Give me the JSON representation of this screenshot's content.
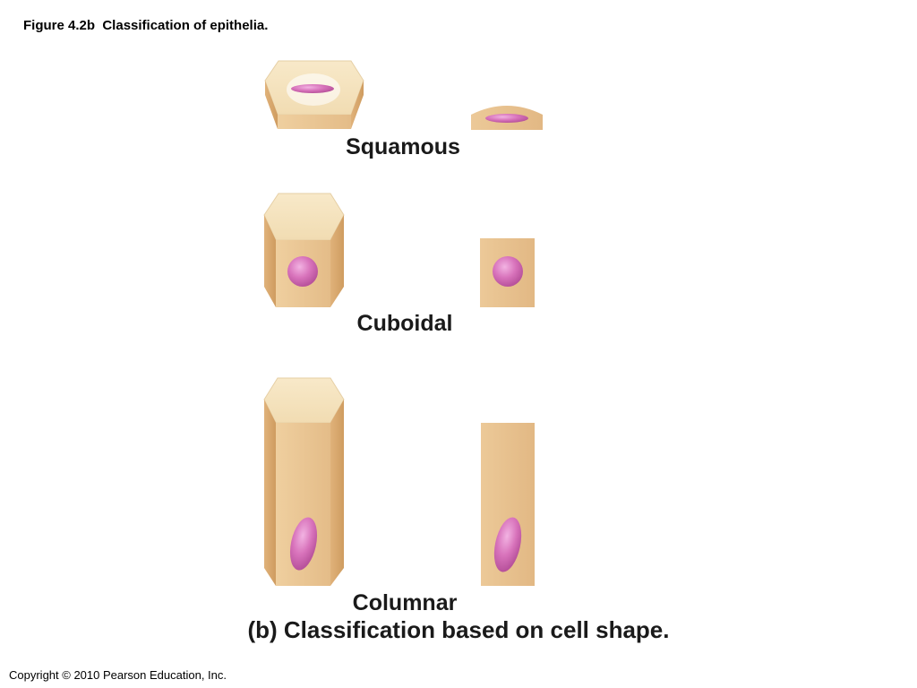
{
  "figure_title": "Figure 4.2b  Classification of epithelia.",
  "labels": {
    "squamous": "Squamous",
    "cuboidal": "Cuboidal",
    "columnar": "Columnar"
  },
  "caption": "(b) Classification based on cell shape.",
  "copyright": "Copyright © 2010 Pearson Education, Inc.",
  "colors": {
    "cell_top": "#f6e4c0",
    "cell_front": "#e9c594",
    "cell_side": "#d9a96c",
    "nucleus": "#d870b8",
    "nucleus_highlight": "#efa8dc"
  }
}
